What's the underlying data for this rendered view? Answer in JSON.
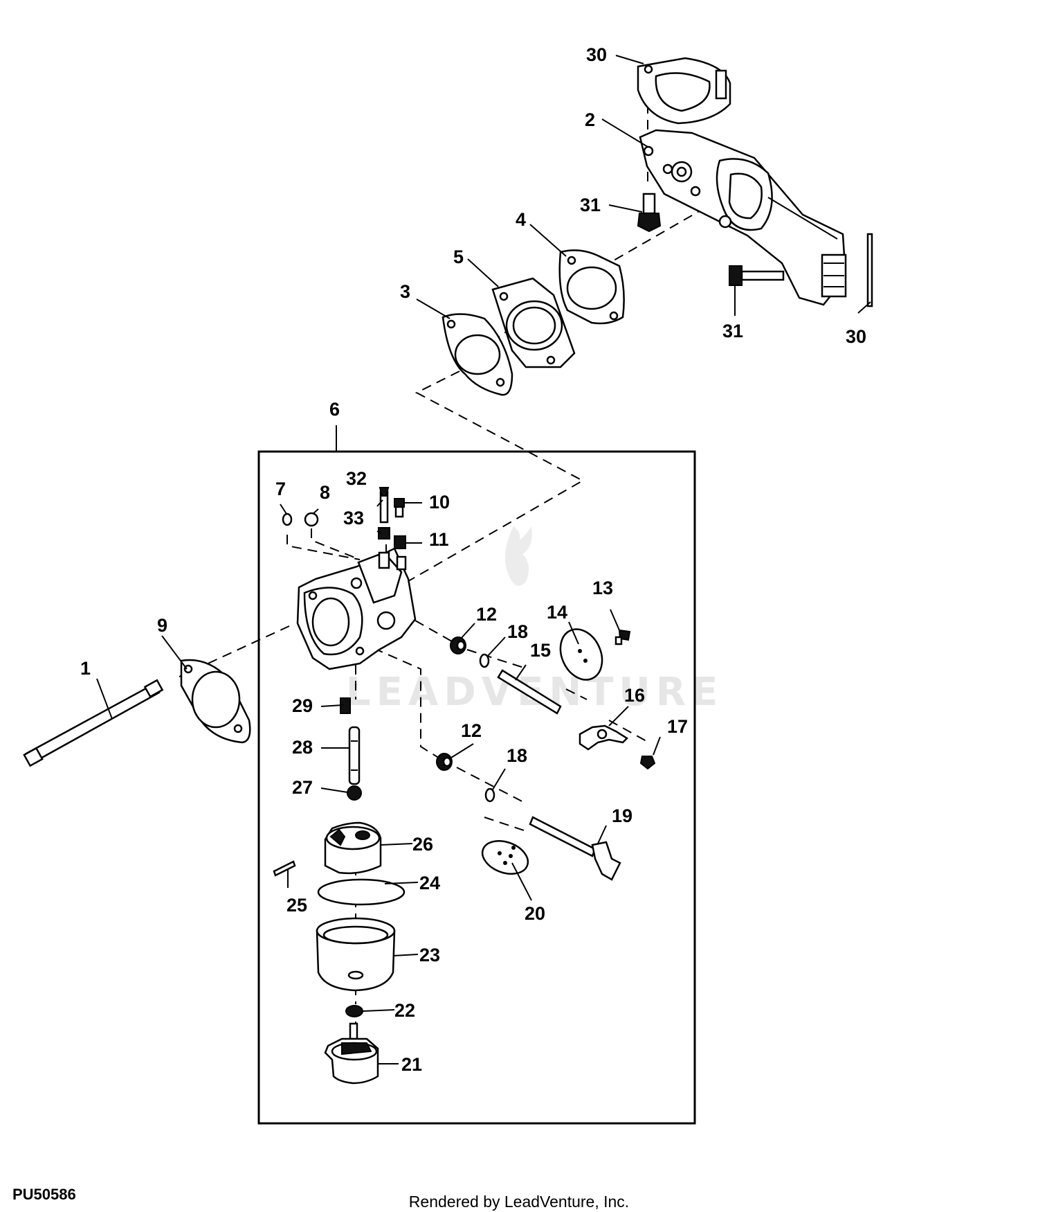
{
  "diagram": {
    "document_id": "PU50586",
    "footer": "Rendered by LeadVenture, Inc.",
    "watermark": "LEADVENTURE",
    "callouts": [
      "30",
      "2",
      "31",
      "4",
      "5",
      "3",
      "31",
      "30",
      "6",
      "32",
      "10",
      "7",
      "8",
      "33",
      "11",
      "13",
      "12",
      "18",
      "14",
      "15",
      "9",
      "1",
      "16",
      "29",
      "17",
      "12",
      "28",
      "18",
      "27",
      "19",
      "26",
      "24",
      "25",
      "20",
      "23",
      "22",
      "21"
    ]
  }
}
